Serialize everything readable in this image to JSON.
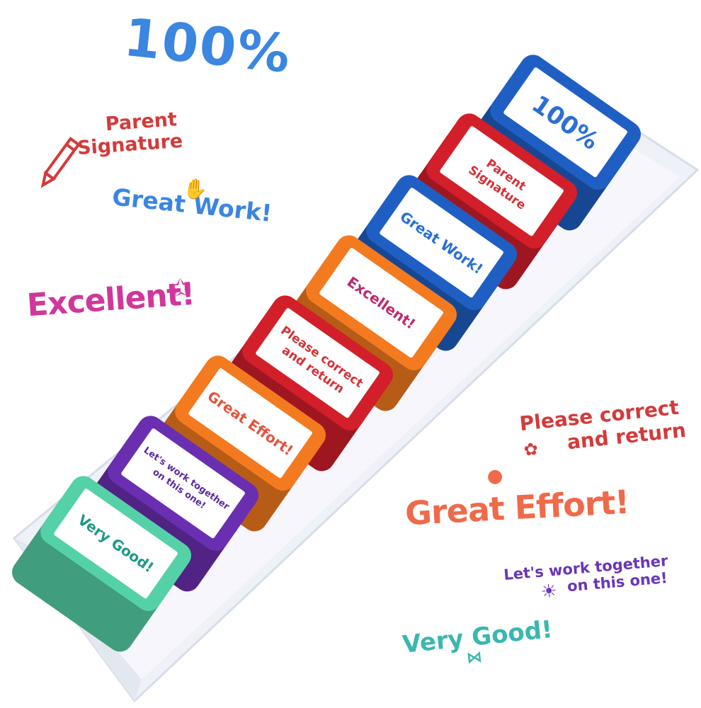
{
  "imprints": {
    "hundred": "100%",
    "parent_line1": "Parent",
    "parent_line2": "Signature",
    "great_work": "Great Work!",
    "excellent": "Excellent!",
    "please_line1": "Please correct",
    "please_line2": "and return",
    "great_effort": "Great Effort!",
    "lets_line1": "Let's work together",
    "lets_line2": "on this one!",
    "very_good": "Very Good!"
  },
  "stamps": [
    {
      "name": "stamp-100",
      "lines": [
        "100%"
      ],
      "body_color": "#1f5fc4",
      "ink_color": "#2b6fd6"
    },
    {
      "name": "stamp-parent-signature",
      "lines": [
        "Parent",
        "Signature"
      ],
      "body_color": "#d21f2a",
      "ink_color": "#d63035"
    },
    {
      "name": "stamp-great-work",
      "lines": [
        "Great Work!"
      ],
      "body_color": "#1f5fc4",
      "ink_color": "#2b6fd6"
    },
    {
      "name": "stamp-excellent",
      "lines": [
        "Excellent!"
      ],
      "body_color": "#f47a1f",
      "ink_color": "#c0286e"
    },
    {
      "name": "stamp-please-correct",
      "lines": [
        "Please correct",
        "and return"
      ],
      "body_color": "#d21f2a",
      "ink_color": "#d63035"
    },
    {
      "name": "stamp-great-effort",
      "lines": [
        "Great Effort!"
      ],
      "body_color": "#f47a1f",
      "ink_color": "#e0553a"
    },
    {
      "name": "stamp-lets-work",
      "lines": [
        "Let's work together",
        "on this one!"
      ],
      "body_color": "#6a2fb0",
      "ink_color": "#5a2aa0"
    },
    {
      "name": "stamp-very-good",
      "lines": [
        "Very Good!"
      ],
      "body_color": "#55d1a8",
      "ink_color": "#1e9a86"
    }
  ],
  "colors": {
    "blue_ink": "#3a86e0",
    "red_ink": "#d43a3a",
    "magenta_ink": "#d0379a",
    "orange_ink": "#ef6a4a",
    "purple_ink": "#6a35b8",
    "teal_ink": "#3ab7b0",
    "tray": "#eef1f8"
  }
}
